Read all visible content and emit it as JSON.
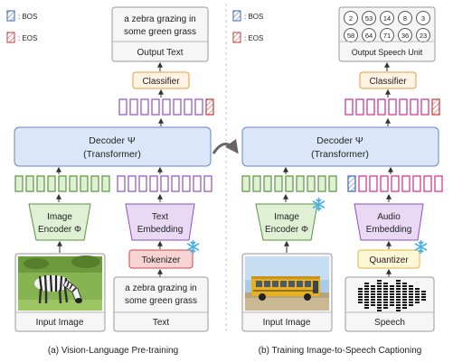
{
  "colors": {
    "green_fill": "#dff0d4",
    "green_stroke": "#56963a",
    "purple_fill": "#ead9f4",
    "purple_stroke": "#8f4fbd",
    "pink_stroke": "#d02a8a",
    "blue_fill": "#dbe7f8",
    "blue_stroke": "#6387c6",
    "orange_fill": "#fff3e3",
    "orange_stroke": "#ea9a3d",
    "yellow_fill": "#fff7d6",
    "yellow_stroke": "#e2b53a",
    "red_fill": "#f8d3d3",
    "red_stroke": "#cc4848",
    "snow": "#48b0e6",
    "bos": "#3b62b8",
    "eos": "#c73737"
  },
  "left": {
    "legend": {
      "bos": ": BOS",
      "eos": ": EOS"
    },
    "output_text": {
      "line1": "a zebra grazing in",
      "line2": "some green grass",
      "label": "Output Text"
    },
    "classifier": "Classifier",
    "decoder": {
      "line1": "Decoder Ψ",
      "line2": "(Transformer)"
    },
    "image_encoder": {
      "line1": "Image",
      "line2": "Encoder Φ"
    },
    "text_embedding": {
      "line1": "Text",
      "line2": "Embedding"
    },
    "tokenizer": "Tokenizer",
    "input_image_label": "Input Image",
    "input_text": {
      "line1": "a zebra grazing in",
      "line2": "some green grass",
      "label": "Text"
    },
    "caption": "(a) Vision-Language Pre-training"
  },
  "right": {
    "legend": {
      "bos": ": BOS",
      "eos": ": EOS"
    },
    "units": [
      "2",
      "53",
      "14",
      "8",
      "3",
      "58",
      "64",
      "71",
      "36",
      "23"
    ],
    "output_label": "Output Speech Unit",
    "classifier": "Classifier",
    "decoder": {
      "line1": "Decoder Ψ",
      "line2": "(Transformer)"
    },
    "image_encoder": {
      "line1": "Image",
      "line2": "Encoder Φ"
    },
    "audio_embedding": {
      "line1": "Audio",
      "line2": "Embedding"
    },
    "quantizer": "Quantizer",
    "input_image_label": "Input Image",
    "speech_label": "Speech",
    "caption": "(b) Training Image-to-Speech Captioning"
  },
  "icons": [
    "zebra-photo",
    "bus-photo",
    "spectrogram-icon",
    "snowflake-icon",
    "bos-token-icon",
    "eos-token-icon"
  ]
}
